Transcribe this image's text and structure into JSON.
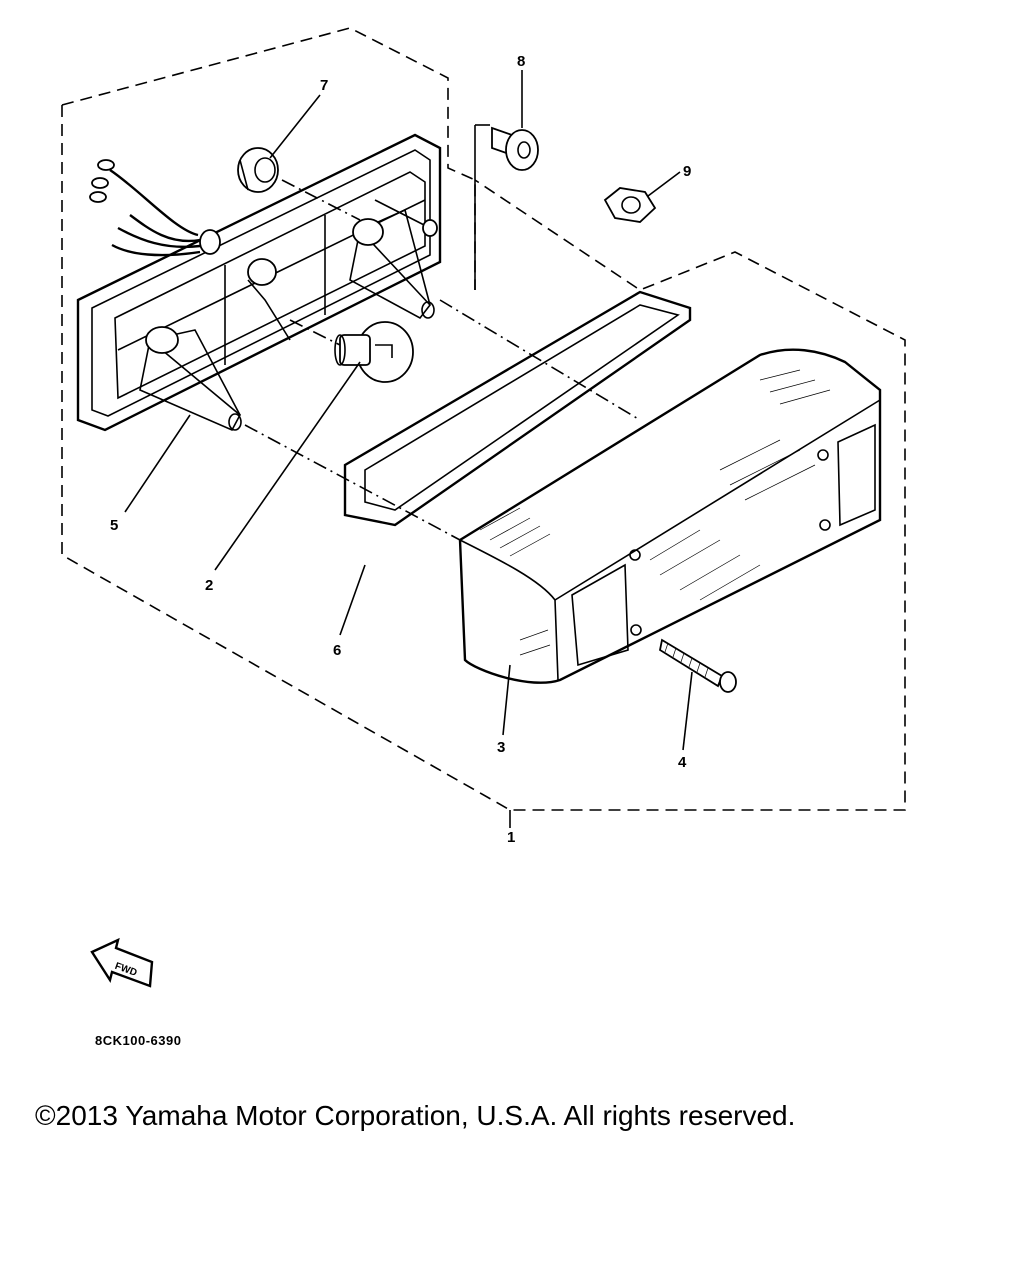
{
  "diagram": {
    "callouts": [
      {
        "id": "1",
        "label": "1"
      },
      {
        "id": "2",
        "label": "2"
      },
      {
        "id": "3",
        "label": "3"
      },
      {
        "id": "4",
        "label": "4"
      },
      {
        "id": "5",
        "label": "5"
      },
      {
        "id": "6",
        "label": "6"
      },
      {
        "id": "7",
        "label": "7"
      },
      {
        "id": "8",
        "label": "8"
      },
      {
        "id": "9",
        "label": "9"
      }
    ],
    "fwd_label": "FWD",
    "part_code": "8CK100-6390"
  },
  "footer": {
    "copyright": "©2013 Yamaha Motor Corporation, U.S.A. All rights reserved."
  },
  "colors": {
    "ink": "#000000",
    "background": "#ffffff"
  }
}
